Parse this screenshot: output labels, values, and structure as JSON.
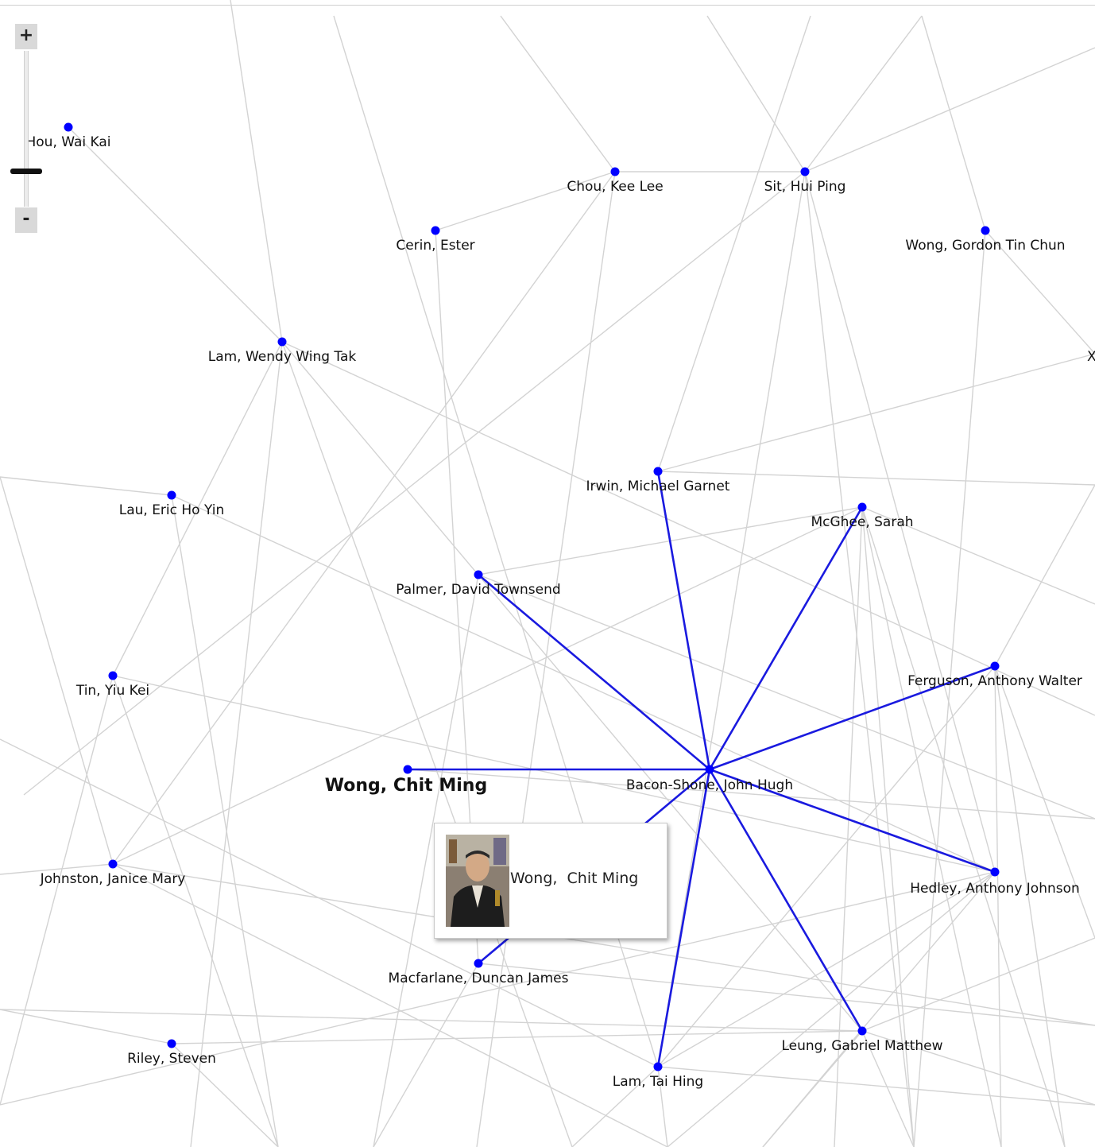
{
  "colors": {
    "edge": "#d3d3d3",
    "highlight_edge": "#1a1adf",
    "node": "#0000ff",
    "label": "#111111"
  },
  "zoom": {
    "plus_label": "+",
    "minus_label": "-"
  },
  "focus_node": "Bacon-Shone, John Hugh",
  "tooltip": {
    "name": "Wong,  Chit Ming",
    "photo": "person-photo"
  },
  "nodes": [
    {
      "id": "hou",
      "label": "Hou, Wai Kai"
    },
    {
      "id": "chou",
      "label": "Chou, Kee Lee"
    },
    {
      "id": "sit",
      "label": "Sit, Hui Ping"
    },
    {
      "id": "cerin",
      "label": "Cerin, Ester"
    },
    {
      "id": "wonggordon",
      "label": "Wong, Gordon Tin Chun"
    },
    {
      "id": "lamwendy",
      "label": "Lam, Wendy Wing Tak"
    },
    {
      "id": "xi",
      "label": "Xi"
    },
    {
      "id": "irwin",
      "label": "Irwin, Michael Garnet"
    },
    {
      "id": "lau",
      "label": "Lau, Eric Ho Yin"
    },
    {
      "id": "mcghee",
      "label": "McGhee, Sarah"
    },
    {
      "id": "palmer",
      "label": "Palmer, David Townsend"
    },
    {
      "id": "ferguson",
      "label": "Ferguson, Anthony Walter"
    },
    {
      "id": "tin",
      "label": "Tin, Yiu Kei"
    },
    {
      "id": "wongchit",
      "label": "Wong, Chit Ming"
    },
    {
      "id": "bacon",
      "label": "Bacon-Shone, John Hugh"
    },
    {
      "id": "johnston",
      "label": "Johnston, Janice Mary"
    },
    {
      "id": "hedley",
      "label": "Hedley, Anthony Johnson"
    },
    {
      "id": "macfarlane",
      "label": "Macfarlane, Duncan James"
    },
    {
      "id": "leung",
      "label": "Leung, Gabriel Matthew"
    },
    {
      "id": "riley",
      "label": "Riley, Steven"
    },
    {
      "id": "lamtai",
      "label": "Lam, Tai Hing"
    }
  ],
  "highlighted_edges": [
    [
      "bacon",
      "wongchit"
    ],
    [
      "bacon",
      "palmer"
    ],
    [
      "bacon",
      "irwin"
    ],
    [
      "bacon",
      "mcghee"
    ],
    [
      "bacon",
      "ferguson"
    ],
    [
      "bacon",
      "hedley"
    ],
    [
      "bacon",
      "leung"
    ],
    [
      "bacon",
      "lamtai"
    ],
    [
      "bacon",
      "macfarlane"
    ]
  ]
}
